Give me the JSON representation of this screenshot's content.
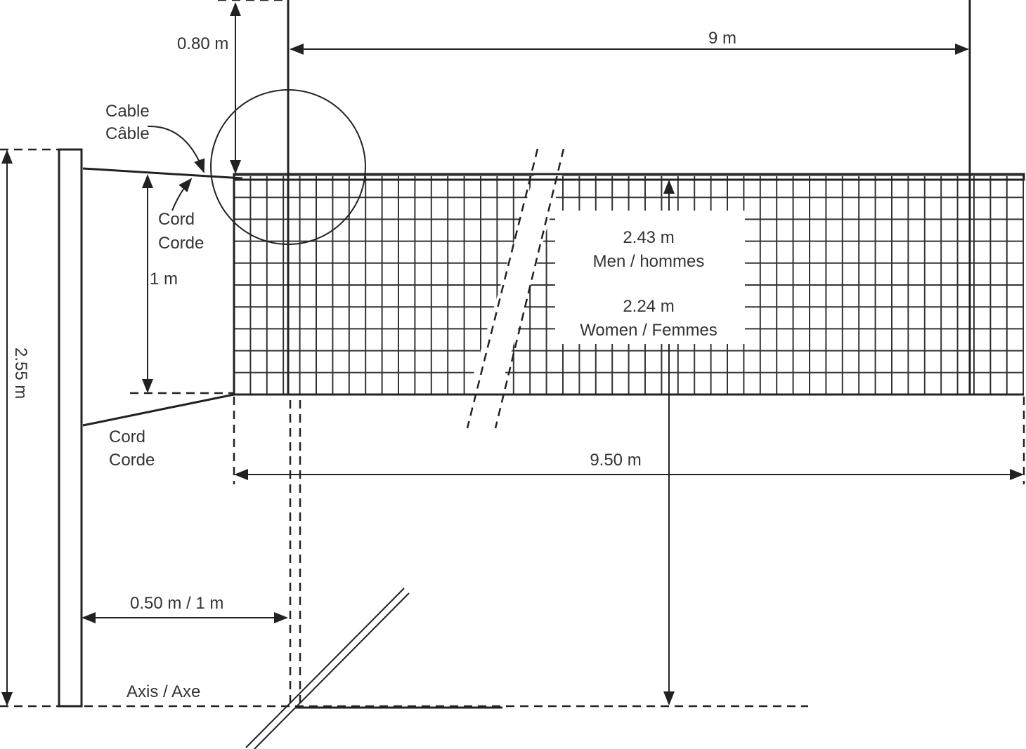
{
  "labels": {
    "antenna_height": "0.80 m",
    "antenna_spacing": "9 m",
    "cable_en": "Cable",
    "cable_fr": "Câble",
    "cord_top_en": "Cord",
    "cord_top_fr": "Corde",
    "net_height": "1 m",
    "post_height": "2.55 m",
    "men_height": "2.43 m",
    "men_label": "Men / hommes",
    "women_height": "2.24 m",
    "women_label": "Women / Femmes",
    "cord_bottom_en": "Cord",
    "cord_bottom_fr": "Corde",
    "net_length": "9.50 m",
    "post_distance": "0.50 m / 1 m",
    "axis": "Axis / Axe"
  }
}
